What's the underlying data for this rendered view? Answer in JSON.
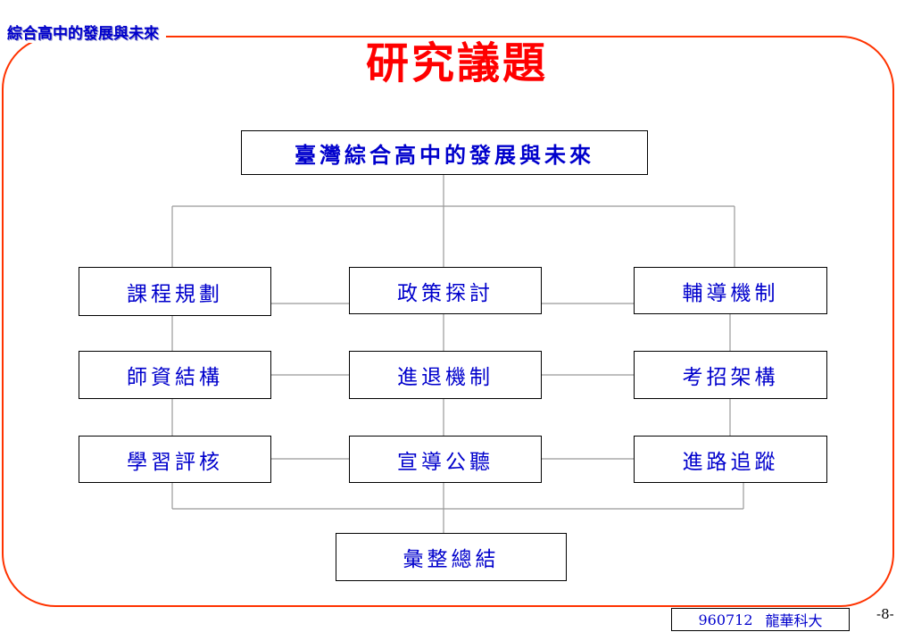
{
  "header": {
    "corner_label": "綜合高中的發展與未來",
    "title": "研究議題"
  },
  "diagram": {
    "root": "臺灣綜合高中的發展與未來",
    "left_column": [
      "課程規劃",
      "師資結構",
      "學習評核"
    ],
    "middle_column": [
      "政策探討",
      "進退機制",
      "宣導公聽"
    ],
    "right_column": [
      "輔導機制",
      "考招架構",
      "進路追蹤"
    ],
    "summary": "彙整總結"
  },
  "footer": {
    "date": "960712",
    "school": "龍華科大",
    "page": "-8-"
  },
  "colors": {
    "frame": "#ff3300",
    "title": "#ff0000",
    "node_text": "#0000cc",
    "connector": "#999999"
  }
}
